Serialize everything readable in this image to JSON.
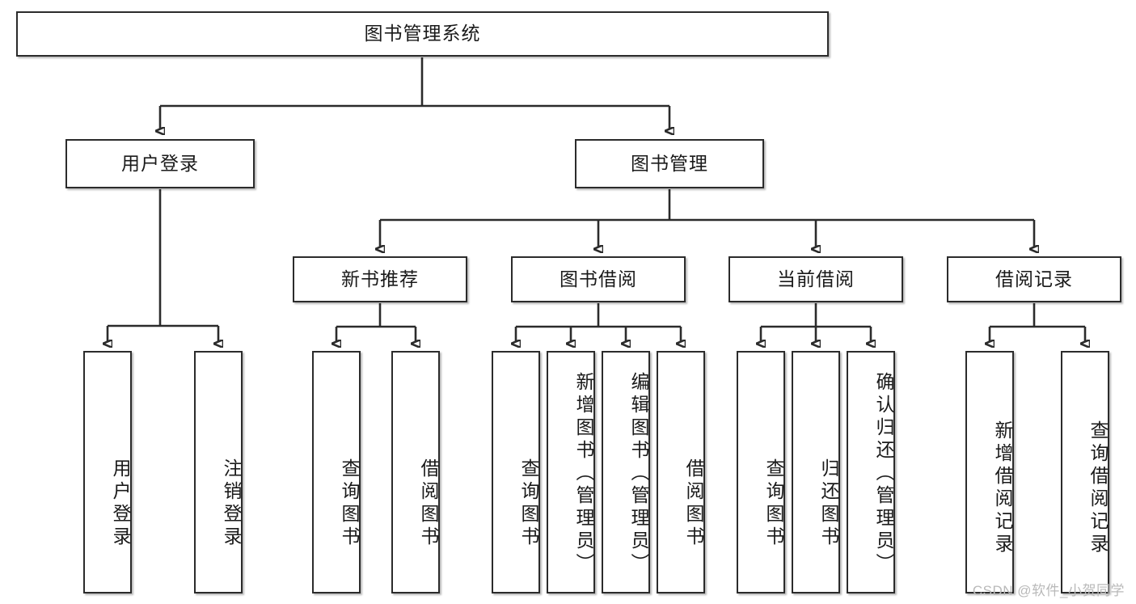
{
  "diagram": {
    "type": "tree-hierarchy",
    "title": "图书管理系统",
    "watermark": "CSDN @软件_小贺同学",
    "colors": {
      "border": "#2b2b2b",
      "fill": "#ffffff",
      "text": "#1a1a1a",
      "watermark": "#b9b9b9"
    },
    "root": {
      "label": "图书管理系统"
    },
    "level1": [
      {
        "label": "用户登录"
      },
      {
        "label": "图书管理"
      }
    ],
    "level2": [
      {
        "label": "新书推荐"
      },
      {
        "label": "图书借阅"
      },
      {
        "label": "当前借阅"
      },
      {
        "label": "借阅记录"
      }
    ],
    "leaves": {
      "user_login": [
        {
          "label": "用户登录"
        },
        {
          "label": "注销登录"
        }
      ],
      "new_book": [
        {
          "label": "查询图书"
        },
        {
          "label": "借阅图书"
        }
      ],
      "borrow_book": [
        {
          "label": "查询图书"
        },
        {
          "label": "新增图书（管理员）"
        },
        {
          "label": "编辑图书（管理员）"
        },
        {
          "label": "借阅图书"
        }
      ],
      "current_borrow": [
        {
          "label": "查询图书"
        },
        {
          "label": "归还图书"
        },
        {
          "label": "确认归还（管理员）"
        }
      ],
      "borrow_record": [
        {
          "label": "新增借阅记录"
        },
        {
          "label": "查询借阅记录"
        }
      ]
    }
  }
}
